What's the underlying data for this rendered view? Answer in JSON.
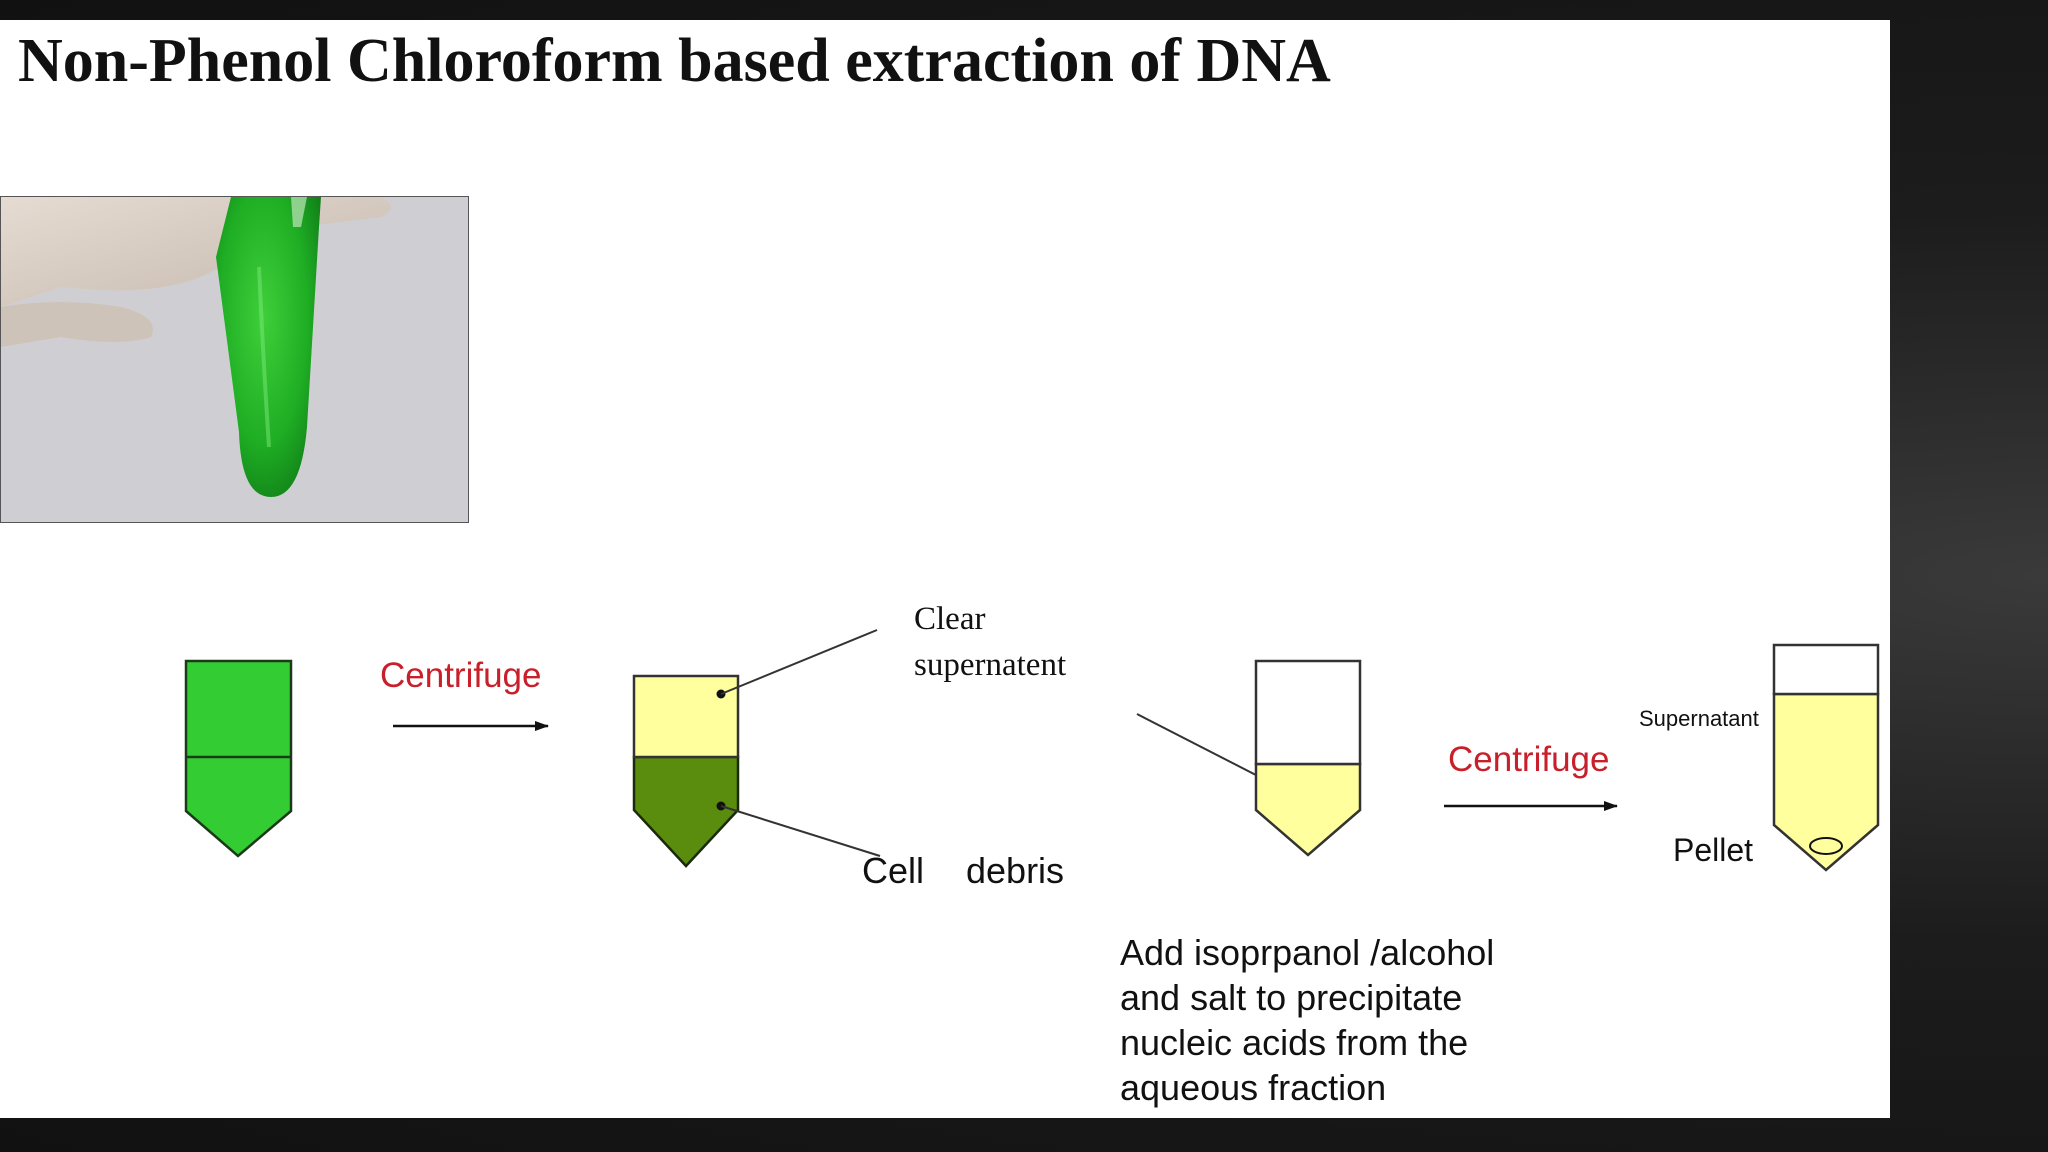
{
  "slide": {
    "title": "Non-Phenol Chloroform based extraction of DNA"
  },
  "photo": {
    "description_icon": "green-tube-photo"
  },
  "diagram": {
    "centrifuge_label_1": "Centrifuge",
    "centrifuge_label_2": "Centrifuge",
    "clear_supernatant_line1": "Clear",
    "clear_supernatant_line2": "supernatent",
    "cell_label": "Cell",
    "debris_label": "debris",
    "supernatant_label": "Supernatant",
    "pellet_label": "Pellet",
    "instruction_lines": [
      "Add isoprpanol /alcohol",
      "and salt to precipitate",
      "nucleic acids from the",
      "aqueous fraction"
    ]
  },
  "colors": {
    "bright_green": "#33cc33",
    "dark_green": "#5a8c0d",
    "pale_yellow": "#ffff9e",
    "label_red": "#c8202a",
    "background_dark": "#1a1a1a"
  }
}
